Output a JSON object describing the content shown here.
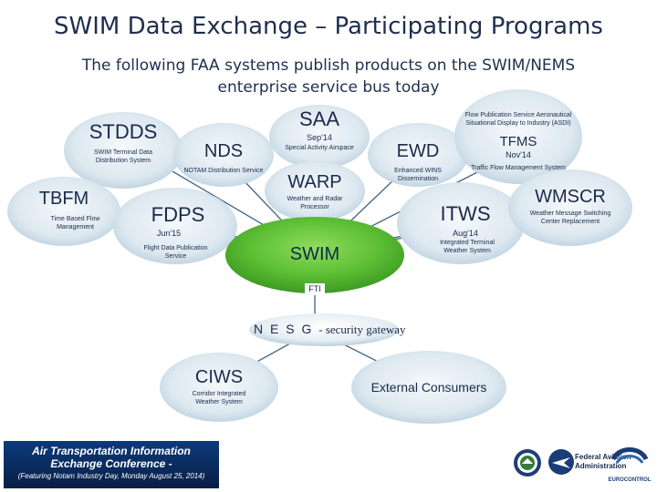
{
  "title": "SWIM Data Exchange – Participating Programs",
  "subtitle": "The following FAA systems publish products on the SWIM/NEMS enterprise service bus today",
  "nodes": {
    "swim": {
      "name": "SWIM"
    },
    "stdds": {
      "name": "STDDS",
      "desc": "SWIM Terminal Data Distribution System"
    },
    "nds": {
      "name": "NDS",
      "desc": "NOTAM Distribution Service"
    },
    "saa": {
      "name": "SAA",
      "date": "Sep'14",
      "desc": "Special Activity Airspace"
    },
    "warp": {
      "name": "WARP",
      "desc": "Weather and Radar Processor"
    },
    "ewd": {
      "name": "EWD",
      "desc": "Enhanced WINS Dissemination"
    },
    "tfms": {
      "name": "TFMS",
      "date": "Nov'14",
      "desc_top": "Flow Publication Service Aeronautical Situational Display to Industry (ASDI)",
      "desc": "Traffic Flow Management System"
    },
    "tbfm": {
      "name": "TBFM",
      "desc": "Time Based Flow Management"
    },
    "fdps": {
      "name": "FDPS",
      "date": "Jun'15",
      "desc": "Flight Data Publication Service"
    },
    "itws": {
      "name": "ITWS",
      "date": "Aug'14",
      "desc": "Integrated Terminal Weather System"
    },
    "wmscr": {
      "name": "WMSCR",
      "desc": "Weather Message Switching Center Replacement"
    },
    "ciws": {
      "name": "CIWS",
      "desc": "Corridor Integrated Weather System"
    }
  },
  "fti_label": "FTI",
  "nesg": {
    "letters": "N E S G",
    "desc": "- security gateway"
  },
  "external": "External Consumers",
  "banner": {
    "line1": "Air Transportation Information",
    "line2": "Exchange Conference -",
    "line3": "(Featuring Notam Industry Day, Monday August 25, 2014)"
  },
  "logos": {
    "faa_line1": "Federal Aviation",
    "faa_line2": "Administration",
    "eurocontrol": "EUROCONTROL"
  },
  "colors": {
    "bubble_center": "#e4eef4",
    "bubble_edge": "#b8cfdd",
    "swim_green": "#5fbf3a",
    "line": "#4a6e8a",
    "banner_blue": "#0c3a7a"
  }
}
